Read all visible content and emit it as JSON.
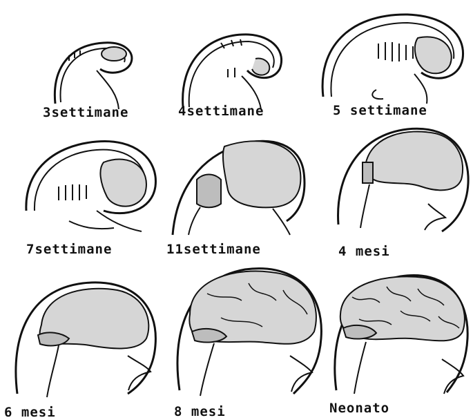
{
  "stages": [
    {
      "label": "3settimane"
    },
    {
      "label": "4settimane"
    },
    {
      "label": "5 settimane"
    },
    {
      "label": "7settimane"
    },
    {
      "label": "11settimane"
    },
    {
      "label": "4 mesi"
    },
    {
      "label": "6 mesi"
    },
    {
      "label": "8 mesi"
    },
    {
      "label": "Neonato"
    }
  ],
  "colors": {
    "ink": "#111111",
    "brain_fill": "#d6d6d6",
    "background": "#ffffff"
  }
}
